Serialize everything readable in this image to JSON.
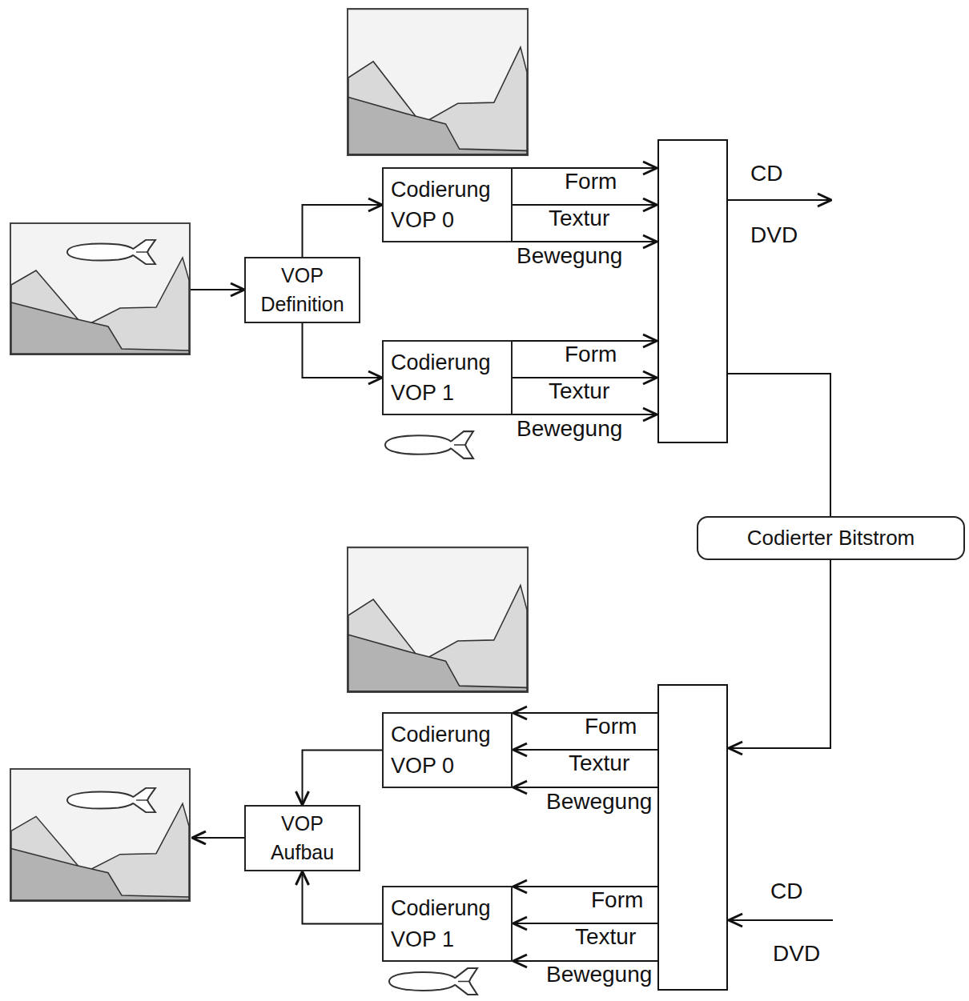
{
  "diagram": {
    "nodes": [
      {
        "text": [
          "VOP Definition"
        ]
      },
      {
        "text": [
          "Codierung VOP 0"
        ]
      },
      {
        "text": [
          "Codierung VOP 1"
        ]
      },
      {
        "text": [
          "Codierter Bitstrom"
        ]
      },
      {
        "text": [
          "Codierung VOP 0"
        ]
      },
      {
        "text": [
          "Codierung VOP 1"
        ]
      },
      {
        "text": [
          "VOP Aufbau"
        ]
      }
    ],
    "edges": [
      {
        "from": 0,
        "to": 1,
        "arrow": "to"
      },
      {
        "from": 0,
        "to": 2,
        "arrow": "to"
      },
      {
        "from": 4,
        "to": 6,
        "arrow": "to"
      },
      {
        "from": 5,
        "to": 6,
        "arrow": "to"
      }
    ],
    "labels": [
      "Form",
      "Textur",
      "Bewegung",
      "CD",
      "DVD",
      "Form",
      "Textur",
      "Bewegung",
      "Form",
      "Textur",
      "Bewegung",
      "Form",
      "Textur",
      "Bewegung",
      "CD",
      "DVD"
    ]
  }
}
